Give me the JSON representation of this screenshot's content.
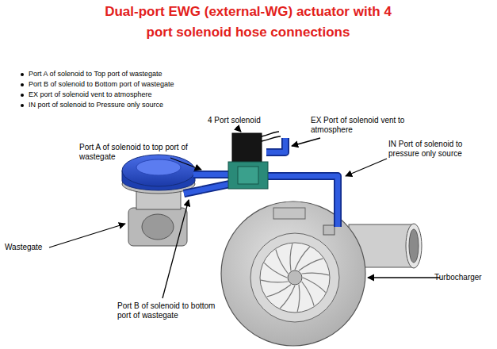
{
  "diagram": {
    "title": "Dual-port EWG (external-WG) actuator with 4 port solenoid hose connections",
    "labels": [
      "Port A of solenoid to Top port of wastegate",
      "Port B of solenoid to Bottom port of wastegate",
      "EX port of solenoid vent to atmosphere",
      "IN port of solenoid to Pressure only source",
      "4 Port solenoid",
      "EX Port of solenoid vent to atmosphere",
      "Port A of solenoid to top port of wastegate",
      "IN Port of solenoid to pressure only source",
      "Wastegate",
      "Turbocharger",
      "Port B of solenoid to bottom port of wastegate"
    ]
  }
}
